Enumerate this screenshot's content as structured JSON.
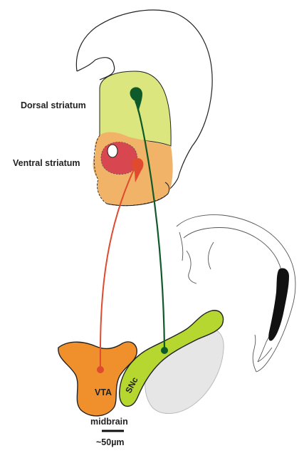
{
  "labels": {
    "dorsal_striatum": "Dorsal striatum",
    "ventral_striatum": "Ventral striatum",
    "vta": "VTA",
    "snc": "SNc",
    "midbrain": "midbrain",
    "scale_bar": "~50µm"
  },
  "colors": {
    "dorsal_fill": "#dbe77e",
    "ventral_fill": "#f0b368",
    "nucleus_accumbens": "#d8464f",
    "vta_fill": "#f0902c",
    "snc_fill": "#b6d630",
    "snr_fill": "#e6e6e6",
    "nigrostriatal_pathway": "#0f5a2a",
    "mesolimbic_pathway": "#e04a2e",
    "ventricle": "#111111",
    "outline": "#222222"
  }
}
